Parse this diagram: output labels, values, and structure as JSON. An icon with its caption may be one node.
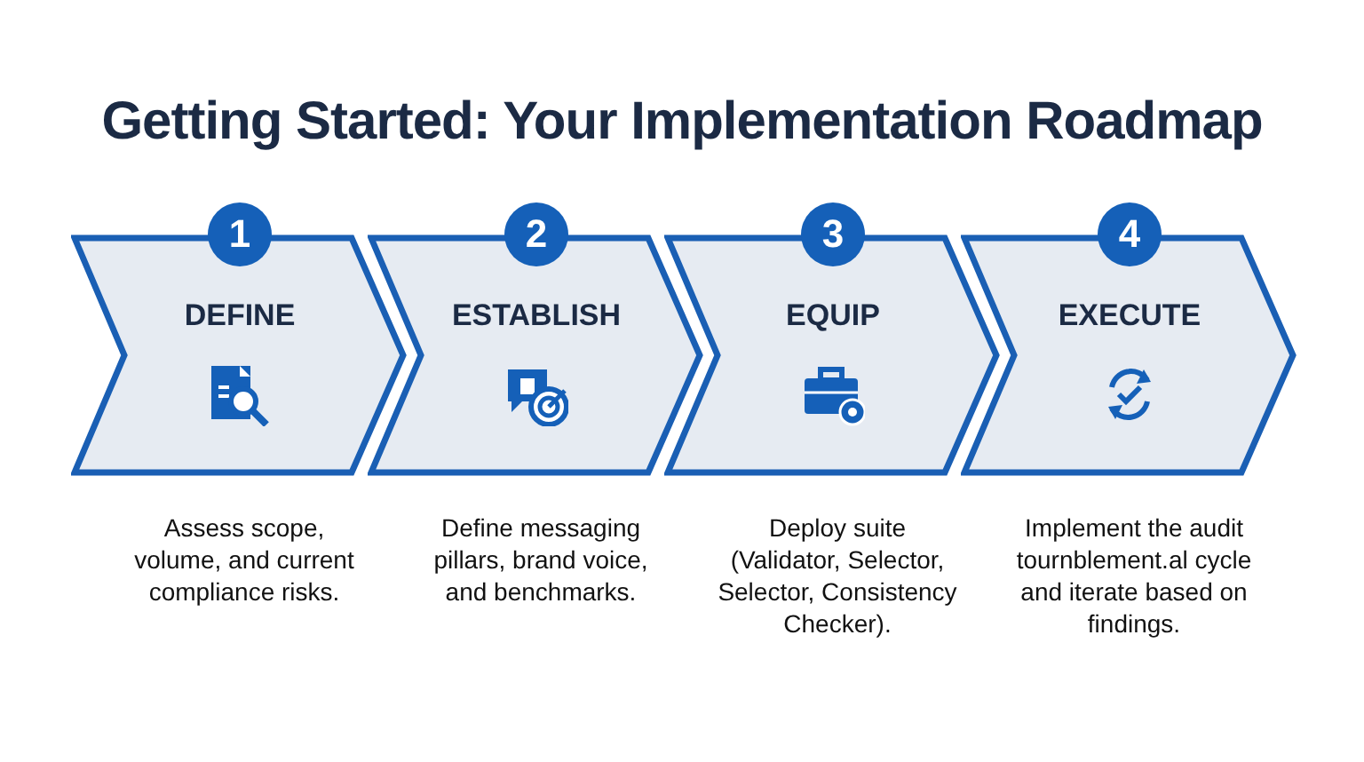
{
  "diagram": {
    "title": "Getting Started: Your Implementation Roadmap",
    "nodes": [
      {
        "text": [
          "1"
        ]
      },
      {
        "text": [
          "DEFINE"
        ],
        "beside": [
          "Assess scope, volume, and current compliance risks."
        ]
      },
      {
        "text": [
          "2"
        ]
      },
      {
        "text": [
          "ESTABLISH"
        ],
        "beside": [
          "Define messaging pillars, brand voice, and benchmarks."
        ]
      },
      {
        "text": [
          "3"
        ]
      },
      {
        "text": [
          "EQUIP"
        ],
        "beside": [
          "Deploy suite (Validator, Selector, Selector, Consistency Checker)."
        ]
      },
      {
        "text": [
          "4"
        ]
      },
      {
        "text": [
          "EXECUTE"
        ],
        "beside": [
          "Implement the audit tournblement.al cycle and iterate based on findings."
        ]
      }
    ],
    "edges": []
  }
}
